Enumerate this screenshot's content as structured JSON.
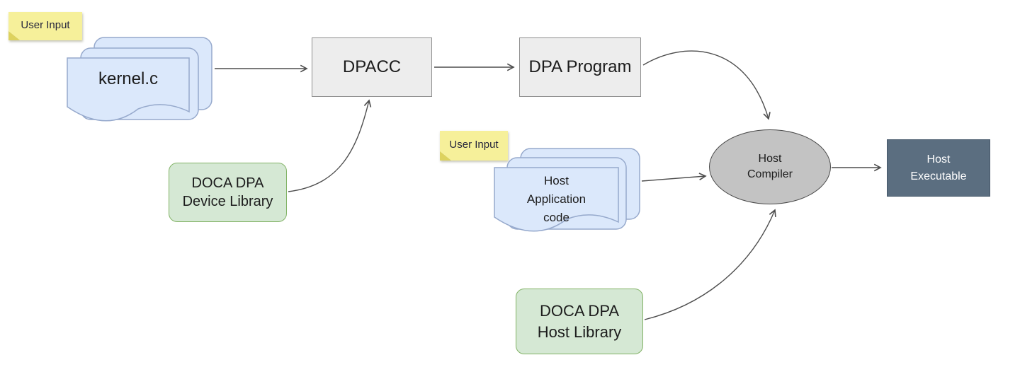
{
  "diagram": {
    "sticky_notes": [
      {
        "label": "User Input"
      },
      {
        "label": "User Input"
      }
    ],
    "nodes": {
      "kernel_source": {
        "label": "kernel.c"
      },
      "dpacc": {
        "label": "DPACC"
      },
      "dpa_program": {
        "label": "DPA Program"
      },
      "doca_dpa_device_library": {
        "label": "DOCA DPA\nDevice Library"
      },
      "host_application_code": {
        "label": "Host\nApplication\ncode"
      },
      "host_compiler": {
        "label": "Host\nCompiler"
      },
      "host_executable": {
        "label": "Host\nExecutable"
      },
      "doca_dpa_host_library": {
        "label": "DOCA DPA\nHost Library"
      }
    },
    "edges": [
      {
        "from": "kernel_source",
        "to": "dpacc"
      },
      {
        "from": "dpacc",
        "to": "dpa_program"
      },
      {
        "from": "doca_dpa_device_library",
        "to": "dpacc"
      },
      {
        "from": "dpa_program",
        "to": "host_compiler"
      },
      {
        "from": "host_application_code",
        "to": "host_compiler"
      },
      {
        "from": "doca_dpa_host_library",
        "to": "host_compiler"
      },
      {
        "from": "host_compiler",
        "to": "host_executable"
      }
    ],
    "colors": {
      "note_fill": "#f6f09a",
      "note_fold": "#ddd25e",
      "document_fill": "#dbe8fb",
      "document_stroke": "#96a9cc",
      "process_fill": "#ededed",
      "process_stroke": "#8f8f8f",
      "library_fill": "#d5e8d4",
      "library_stroke": "#82b366",
      "compiler_fill": "#c3c3c3",
      "compiler_stroke": "#4a4a4a",
      "output_fill": "#5b6e80",
      "output_text": "#ffffff",
      "connector": "#4d4d4d"
    }
  }
}
